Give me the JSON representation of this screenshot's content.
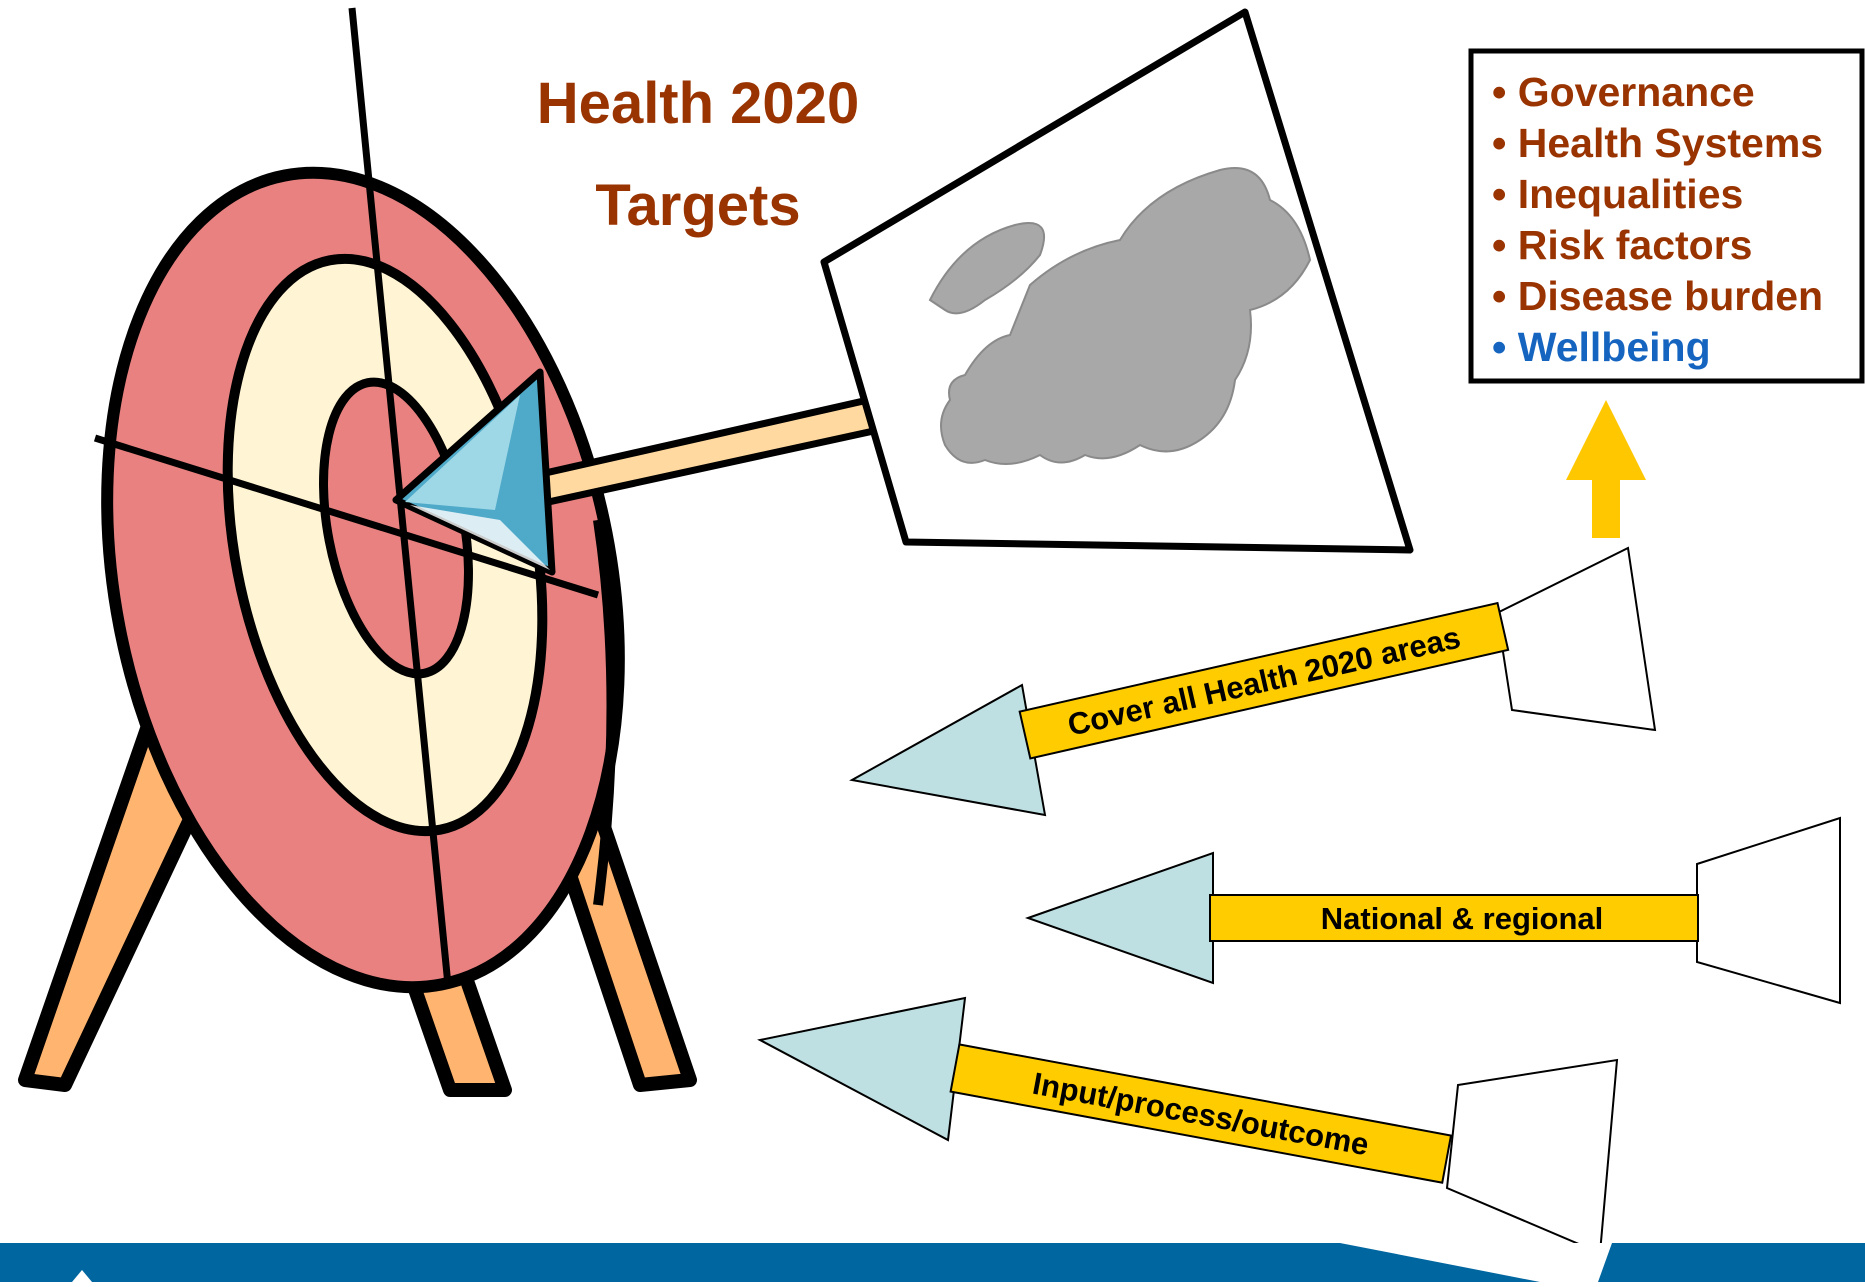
{
  "title": {
    "line1": "Health 2020",
    "line2": "Targets"
  },
  "target_list": {
    "items": [
      {
        "text": "• Governance",
        "color": "#993300"
      },
      {
        "text": "• Health Systems",
        "color": "#993300"
      },
      {
        "text": "• Inequalities",
        "color": "#993300"
      },
      {
        "text": "• Risk factors",
        "color": "#993300"
      },
      {
        "text": "• Disease burden",
        "color": "#993300"
      },
      {
        "text": "• Wellbeing",
        "color": "#1565C0"
      }
    ]
  },
  "arrows": [
    {
      "label": "Cover all Health 2020 areas"
    },
    {
      "label": "National & regional"
    },
    {
      "label": "Input/process/outcome"
    }
  ],
  "colors": {
    "title": "#993300",
    "highlight": "#1565C0",
    "arrow_shaft": "#FFCC00",
    "arrow_head": "#BFE0E3",
    "up_arrow": "#FFC700",
    "target_outer": "#E98180",
    "target_middle": "#FFF4D3",
    "map_land": "#A8A8A8",
    "footer_band": "#0066A0"
  },
  "icons": {
    "target": "archery-target-icon",
    "map": "europe-map-icon",
    "up_arrow": "up-arrow-icon"
  }
}
